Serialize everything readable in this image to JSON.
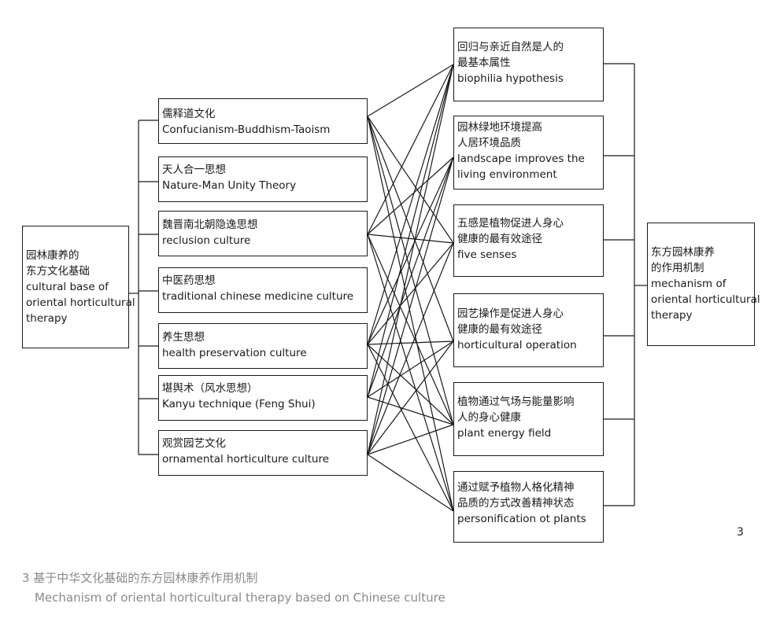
{
  "diagram": {
    "left": {
      "lines": [
        "园林康养的",
        "东方文化基础",
        "cultural base of",
        "oriental horticultural",
        "therapy"
      ]
    },
    "middle": [
      {
        "lines": [
          "儒释道文化",
          "Confucianism-Buddhism-Taoism"
        ]
      },
      {
        "lines": [
          "天人合一思想",
          "Nature-Man Unity Theory"
        ]
      },
      {
        "lines": [
          "魏晋南北朝隐逸思想",
          "reclusion culture"
        ]
      },
      {
        "lines": [
          "中医药思想",
          "traditional chinese medicine culture"
        ]
      },
      {
        "lines": [
          "养生思想",
          "health preservation culture"
        ]
      },
      {
        "lines": [
          "堪舆术（风水思想）",
          "Kanyu technique (Feng Shui)"
        ]
      },
      {
        "lines": [
          "观赏园艺文化",
          "ornamental horticulture culture"
        ]
      }
    ],
    "right": [
      {
        "lines": [
          "回归与亲近自然是人的",
          "最基本属性",
          "biophilia hypothesis"
        ]
      },
      {
        "lines": [
          "园林绿地环境提高",
          "人居环境品质",
          "landscape improves the",
          "living environment"
        ]
      },
      {
        "lines": [
          "五感是植物促进人身心",
          "健康的最有效途径",
          "five senses"
        ]
      },
      {
        "lines": [
          "园艺操作是促进人身心",
          "健康的最有效途径",
          "horticultural operation"
        ]
      },
      {
        "lines": [
          "植物通过气场与能量影响",
          "人的身心健康",
          "plant energy field"
        ]
      },
      {
        "lines": [
          "通过赋予植物人格化精神",
          "品质的方式改善精神状态",
          "personification ot plants"
        ]
      }
    ],
    "far_right": {
      "lines": [
        "东方园林康养",
        "的作用机制",
        "mechanism of",
        "oriental horticultural",
        "therapy"
      ]
    }
  },
  "figure_number": "3",
  "caption_cn": "3 基于中华文化基础的东方园林康养作用机制",
  "caption_en": "Mechanism of oriental horticultural therapy based on Chinese culture"
}
